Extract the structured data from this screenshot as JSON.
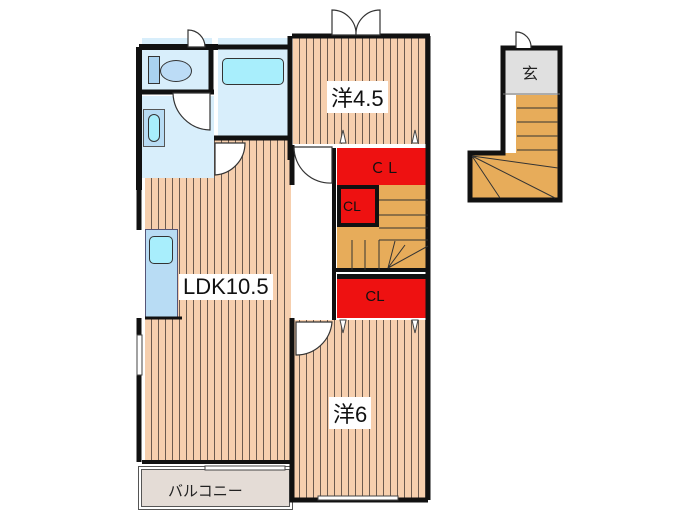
{
  "floorplan": {
    "rooms": {
      "western_1": {
        "label": "洋4.5"
      },
      "ldk": {
        "label": "LDK10.5"
      },
      "western_2": {
        "label": "洋6"
      },
      "balcony": {
        "label": "バルコニー"
      },
      "entrance": {
        "label": "玄"
      },
      "closet_1": {
        "label": "ＣＬ"
      },
      "closet_2": {
        "label": "CL"
      },
      "closet_3": {
        "label": "CL"
      }
    },
    "colors": {
      "floor": "#f6cfae",
      "floor_lines": "#6b5a4e",
      "wet_area": "#d8eefb",
      "closet": "#ee1111",
      "stairs": "#e7ac5a",
      "balcony": "#e4dcd6",
      "entrance": "#e0e0e0",
      "wall": "#111111"
    }
  }
}
